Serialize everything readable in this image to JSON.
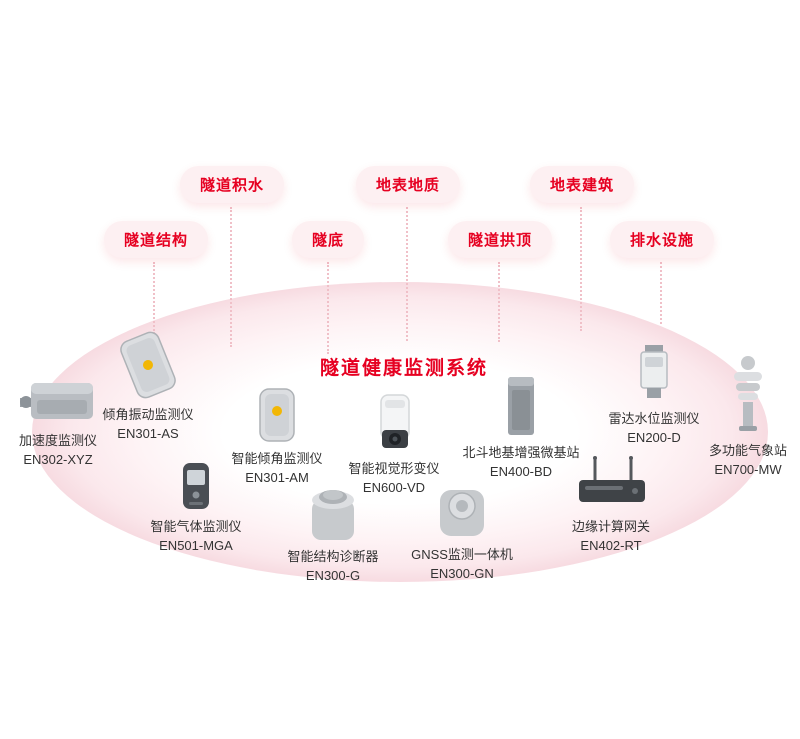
{
  "diagram": {
    "title": "隧道健康监测系统"
  },
  "pills": [
    {
      "label": "隧道结构"
    },
    {
      "label": "隧道积水"
    },
    {
      "label": "隧底"
    },
    {
      "label": "地表地质"
    },
    {
      "label": "隧道拱顶"
    },
    {
      "label": "地表建筑"
    },
    {
      "label": "排水设施"
    }
  ],
  "devices": [
    {
      "name": "加速度监测仪",
      "model": "EN302-XYZ"
    },
    {
      "name": "倾角振动监测仪",
      "model": "EN301-AS"
    },
    {
      "name": "智能气体监测仪",
      "model": "EN501-MGA"
    },
    {
      "name": "智能倾角监测仪",
      "model": "EN301-AM"
    },
    {
      "name": "智能结构诊断器",
      "model": "EN300-G"
    },
    {
      "name": "智能视觉形变仪",
      "model": "EN600-VD"
    },
    {
      "name": "GNSS监测一体机",
      "model": "EN300-GN"
    },
    {
      "name": "北斗地基增强微基站",
      "model": "EN400-BD"
    },
    {
      "name": "边缘计算网关",
      "model": "EN402-RT"
    },
    {
      "name": "雷达水位监测仪",
      "model": "EN200-D"
    },
    {
      "name": "多功能气象站",
      "model": "EN700-MW"
    }
  ],
  "colors": {
    "accent_red": "#e60021",
    "pill_background": "#fdf0f2",
    "dashed_line": "#f0c0c8",
    "device_text": "#333333"
  }
}
